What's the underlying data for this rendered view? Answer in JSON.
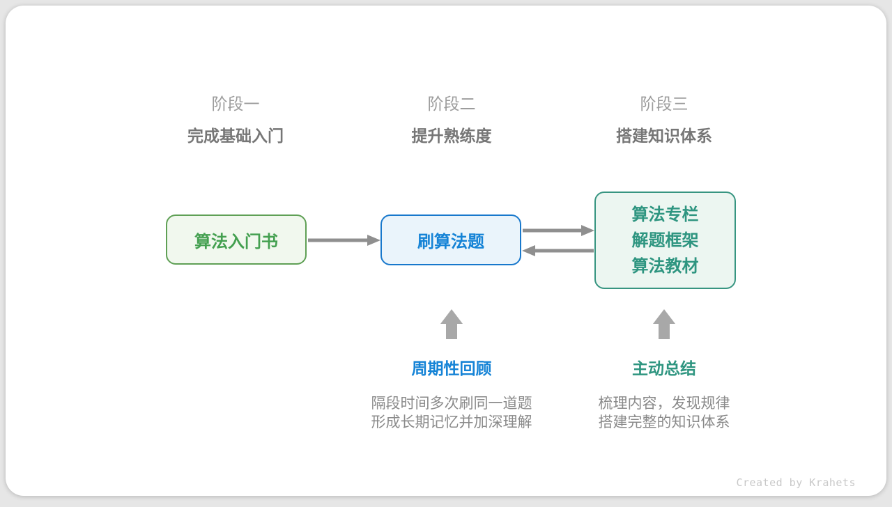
{
  "stages": [
    {
      "label": "阶段一",
      "subtitle": "完成基础入门"
    },
    {
      "label": "阶段二",
      "subtitle": "提升熟练度"
    },
    {
      "label": "阶段三",
      "subtitle": "搭建知识体系"
    }
  ],
  "nodes": [
    {
      "title": "算法入门书"
    },
    {
      "title": "刷算法题"
    },
    {
      "lines": [
        "算法专栏",
        "解题框架",
        "算法教材"
      ]
    }
  ],
  "annotations": [
    {
      "title": "周期性回顾",
      "desc_line1": "隔段时间多次刷同一道题",
      "desc_line2": "形成长期记忆并加深理解"
    },
    {
      "title": "主动总结",
      "desc_line1": "梳理内容，发现规律",
      "desc_line2": "搭建完整的知识体系"
    }
  ],
  "footer": {
    "credit": "Created by Krahets"
  },
  "colors": {
    "green_border": "#5fa055",
    "green_text": "#44a050",
    "green_bg": "#f1f8ee",
    "blue_border": "#1878cc",
    "blue_text": "#1583d6",
    "blue_bg": "#eaf4fb",
    "teal_border": "#379581",
    "teal_text": "#2e9580",
    "teal_bg": "#ecf6f1",
    "arrow": "#8f8f8f",
    "block_arrow": "#a8a8a8",
    "stage_label": "#9c9c9c",
    "stage_subtitle": "#767676",
    "description": "#8a8a8a",
    "credit": "#c8c8c8"
  }
}
